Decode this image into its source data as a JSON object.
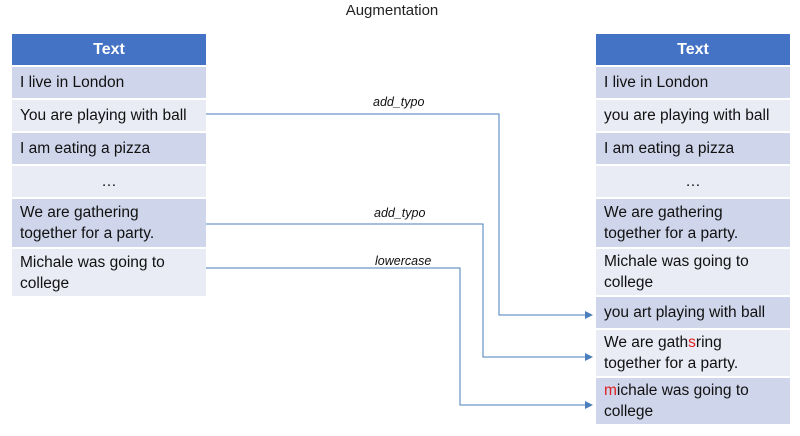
{
  "title": "Augmentation",
  "left_table": {
    "header": "Text",
    "rows": [
      "I live in London",
      "You are playing with ball",
      "I am eating a pizza",
      "…",
      "We are gathering together for a party.",
      "Michale was going to college"
    ]
  },
  "right_table": {
    "header": "Text",
    "rows": [
      "I live in London",
      "you are playing with ball",
      "I am eating a pizza",
      "…",
      "We are gathering together for a party.",
      "Michale was going to college"
    ],
    "augmented": {
      "row1": "you art playing with ball",
      "row2": {
        "before": "We are gath",
        "highlight": "s",
        "after": "ring together for a party."
      },
      "row3": {
        "highlight": "m",
        "after": "ichale was going to college"
      }
    }
  },
  "operations": [
    "add_typo",
    "add_typo",
    "lowercase"
  ],
  "colors": {
    "header": "#4472c4",
    "row_dark": "#cfd5ea",
    "row_light": "#e9ebf5",
    "connector": "#4a7ebb",
    "highlight": "#e02020"
  }
}
